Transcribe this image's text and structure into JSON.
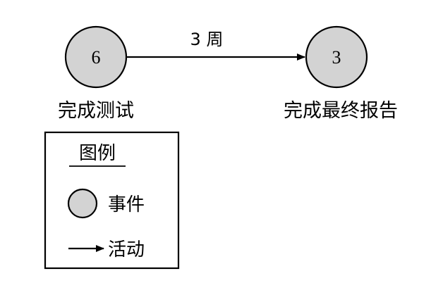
{
  "nodes": [
    {
      "id": "n1",
      "number": "6",
      "caption": "完成测试"
    },
    {
      "id": "n2",
      "number": "3",
      "caption": "完成最终报告"
    }
  ],
  "edges": [
    {
      "from": "n1",
      "to": "n2",
      "label": "3 周"
    }
  ],
  "legend": {
    "title": "图例",
    "event_label": "事件",
    "activity_label": "活动"
  },
  "colors": {
    "node_fill": "#d3d3d3",
    "stroke": "#000000"
  }
}
